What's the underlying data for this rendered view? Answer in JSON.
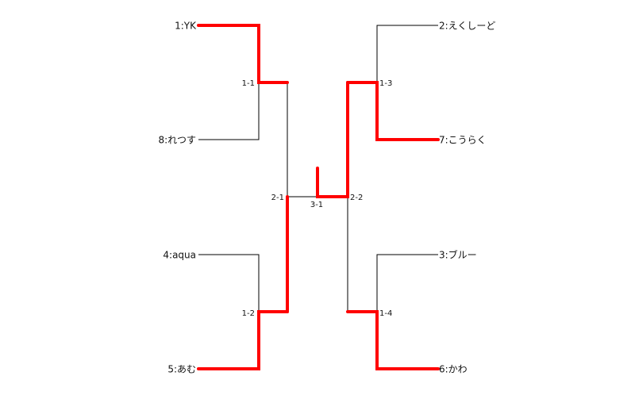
{
  "players": [
    {
      "id": "p1",
      "label": "1:YK"
    },
    {
      "id": "p8",
      "label": "8:れつす"
    },
    {
      "id": "p4",
      "label": "4:aqua"
    },
    {
      "id": "p5",
      "label": "5:あむ"
    },
    {
      "id": "p2",
      "label": "2:えくしーど"
    },
    {
      "id": "p7",
      "label": "7:こうらく"
    },
    {
      "id": "p3",
      "label": "3:ブルー"
    },
    {
      "id": "p6",
      "label": "6:かわ"
    }
  ],
  "matches": [
    {
      "id": "m1-1",
      "label": "1-1",
      "winner": "1:YK"
    },
    {
      "id": "m1-2",
      "label": "1-2",
      "winner": "5:あむ"
    },
    {
      "id": "m1-3",
      "label": "1-3",
      "winner": "7:こうらく"
    },
    {
      "id": "m1-4",
      "label": "1-4",
      "winner": "6:かわ"
    },
    {
      "id": "m2-1",
      "label": "2-1",
      "winner": "5:あむ"
    },
    {
      "id": "m2-2",
      "label": "2-2",
      "winner": "7:こうらく"
    },
    {
      "id": "m3-1",
      "label": "3-1",
      "winner": "7:こうらく"
    }
  ],
  "colors": {
    "winner_path": "#ff0000",
    "bracket_line": "#000000",
    "text": "#111111",
    "background": "#ffffff"
  }
}
